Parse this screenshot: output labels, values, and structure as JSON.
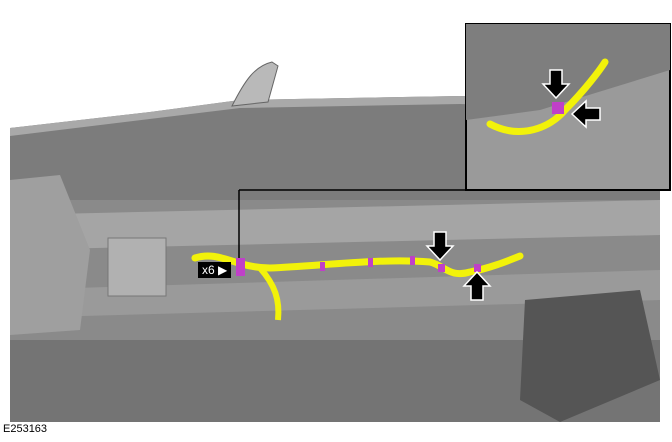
{
  "figure": {
    "id_label": "E253163",
    "callout_label": "x6",
    "colors": {
      "harness": "#f2f20a",
      "clip": "#c040c8",
      "arrow": "#000000",
      "body_dark": "#6e6e6e",
      "body_mid": "#8e8e8e",
      "body_light": "#bdbdbd",
      "inset_border": "#000000"
    },
    "inset": {
      "description": "detail view of harness clip with two arrows"
    },
    "arrows": [
      {
        "name": "x6-arrow",
        "direction": "right"
      },
      {
        "name": "main-down-arrow",
        "direction": "down"
      },
      {
        "name": "main-up-arrow",
        "direction": "up"
      },
      {
        "name": "inset-down-arrow",
        "direction": "down"
      },
      {
        "name": "inset-left-arrow",
        "direction": "left"
      }
    ]
  }
}
